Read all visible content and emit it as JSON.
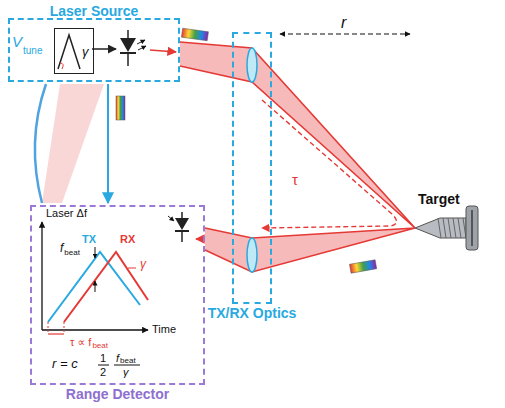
{
  "diagram": {
    "nodes": [
      {
        "text": [
          "Laser Source"
        ]
      },
      {
        "text": [
          "γ"
        ],
        "in": 0
      },
      {
        "text": [
          "TX/RX Optics"
        ]
      },
      {
        "text": [
          "Range Detector"
        ]
      }
    ],
    "edges": [
      {
        "from": 0,
        "to": 3,
        "arrow": "to"
      }
    ],
    "labels": [
      "V",
      "tune",
      "r",
      "τ",
      "Target",
      "Laser Δf",
      "TX",
      "RX",
      "f",
      "beat",
      "γ",
      "Time",
      "τ ∝ f",
      "beat",
      "r = c",
      "1",
      "2",
      "f",
      "beat",
      "γ"
    ]
  }
}
